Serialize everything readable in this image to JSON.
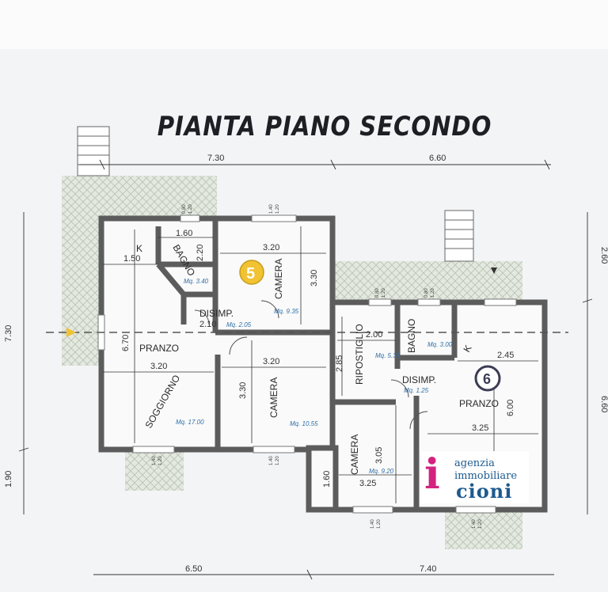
{
  "title": "PIANTA PIANO SECONDO",
  "colors": {
    "wall": "#5c5c5c",
    "hatch": "#c9d2c4",
    "dim_line": "#333333",
    "area_text": "#2d6fa8",
    "logo_magenta": "#d3237f",
    "logo_blue": "#1d5a8f",
    "unit5_badge": "#f1c232"
  },
  "dimensions": {
    "top_left": "7.30",
    "top_right": "6.60",
    "left_total": "7.30",
    "left_bottom": "1.90",
    "right_top": "2.60",
    "right_bottom": "6.60",
    "bottom_left": "6.50",
    "bottom_right": "7.40"
  },
  "units": {
    "unit5": "5",
    "unit6": "6"
  },
  "rooms": {
    "k1": "K",
    "bagno1": {
      "name": "BAGNO",
      "width": "1.60",
      "depth": "2.20",
      "area": "Mq. 3.40"
    },
    "camera1": {
      "name": "CAMERA",
      "width": "3.20",
      "depth": "3.30",
      "area": "Mq. 9.35"
    },
    "disimp1": {
      "name": "DISIMP.",
      "width": "2.10",
      "area": "Mq. 2.05"
    },
    "pranzo1": {
      "name": "PRANZO",
      "width": "3.20",
      "depth": "6.70",
      "k_width": "1.50"
    },
    "soggiorno1": {
      "name": "SOGGIORNO",
      "area": "Mq. 17.00"
    },
    "camera2": {
      "name": "CAMERA",
      "width": "3.20",
      "depth": "3.30",
      "area": "Mq. 10.55"
    },
    "ripostiglio": {
      "name": "RIPOSTIGLIO",
      "width": "2.00",
      "depth": "2.85",
      "area": "Mq. 5.35"
    },
    "bagno2": {
      "name": "BAGNO",
      "area": "Mq. 3.00"
    },
    "disimp2": {
      "name": "DISIMP.",
      "area": "Mq. 1.25"
    },
    "k2": "K",
    "pranzo2": {
      "name": "PRANZO",
      "k_width": "2.45",
      "width": "3.25",
      "depth": "6.00"
    },
    "camera3": {
      "name": "CAMERA",
      "width": "3.25",
      "depth": "3.05",
      "left": "1.60",
      "area": "Mq. 9.20"
    }
  },
  "window_marks": {
    "w1": "0.80",
    "w1b": "1.20",
    "w2": "1.40",
    "w2b": "1.20"
  },
  "logo": {
    "mark": "i",
    "line1": "agenzia",
    "line2": "immobiliare",
    "line3": "cioni"
  }
}
